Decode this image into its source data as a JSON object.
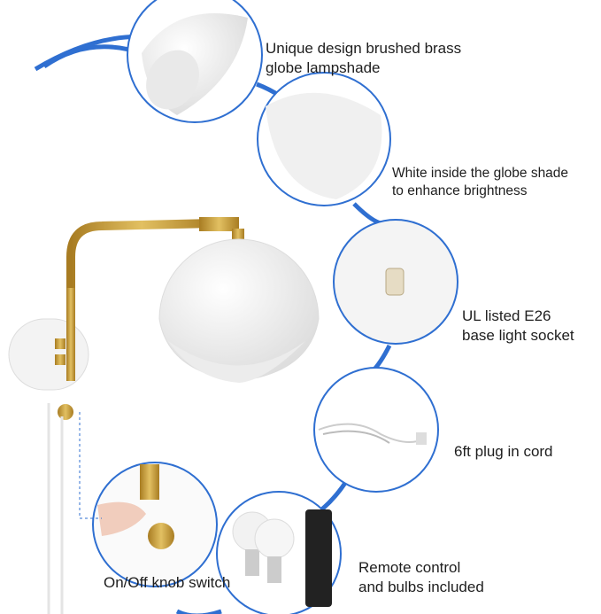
{
  "features": [
    {
      "line1": "Unique design brushed brass",
      "line2": "globe lampshade"
    },
    {
      "line1": "White inside the globe shade",
      "line2": "to enhance brightness"
    },
    {
      "line1": "UL listed E26",
      "line2": "base light socket"
    },
    {
      "line1": "6ft plug in cord"
    },
    {
      "line1": "On/Off knob switch"
    },
    {
      "line1": "Remote control",
      "line2": "and bulbs included"
    }
  ],
  "colors": {
    "accent": "#2f6fd1",
    "brass": "#c9a13a",
    "white": "#f7f7f7"
  }
}
